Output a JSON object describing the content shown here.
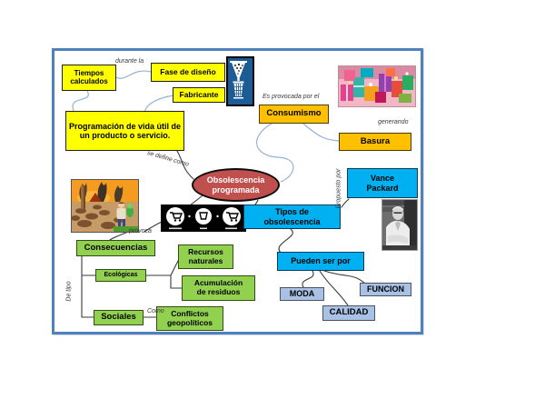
{
  "diagram": {
    "central": "Obsolescencia programada",
    "nodes": {
      "tiempos_calculados": "Tiempos calculados",
      "fase_de_diseno": "Fase de diseño",
      "fabricante": "Fabricante",
      "programacion": "Programación de vida útil de un producto o servicio.",
      "consumismo": "Consumismo",
      "basura": "Basura",
      "vance_packard": "Vance Packard",
      "tipos_de_obsolescencia": "Tipos de obsolescencia",
      "pueden_ser_por": "Pueden ser por",
      "moda": "MODA",
      "funcion": "FUNCION",
      "calidad": "CALIDAD",
      "consecuencias": "Consecuencias",
      "ecologicas": "Ecológicas",
      "sociales": "Sociales",
      "recursos_naturales": "Recursos naturales",
      "acumulacion_residuos": "Acumulación de residuos",
      "conflictos_geopoliticos": "Conflictos geopolíticos"
    },
    "edge_labels": {
      "durante_la": "durante la",
      "es_provocada_por_el": "Es provocada por el",
      "generando": "generando",
      "se_define_como": "se define como",
      "propuesto_por": "Propuesto por",
      "provoca": "provoca",
      "de_tipo": "De tipo",
      "como": "Como"
    },
    "colors": {
      "box_yellow": "#FFFF00",
      "box_orange": "#FFC000",
      "box_green": "#92D050",
      "box_cyan": "#00B0F0",
      "box_steel_blue": "#A8C1E4",
      "central_fill": "#C0504D",
      "central_text": "#FFFFFF",
      "frame_border": "#4F81BD",
      "connector_blue": "#95B3D7",
      "connector_black": "#3A3A3A",
      "hourglass_bg": "#1D5B94"
    }
  }
}
